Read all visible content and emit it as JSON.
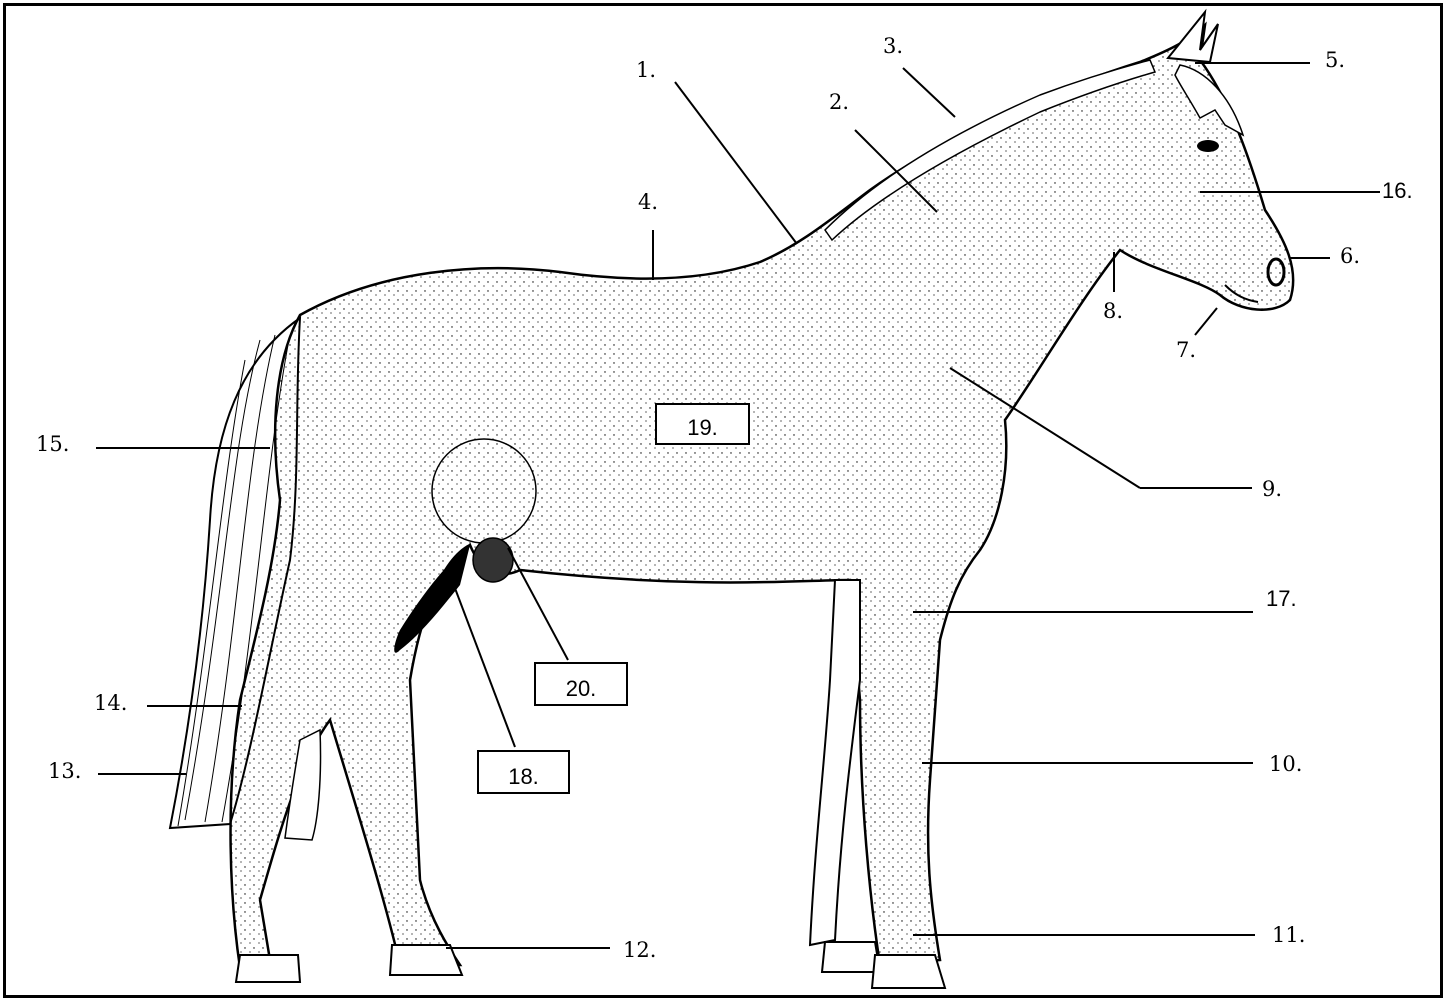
{
  "diagram": {
    "subject": "horse",
    "labels": {
      "l1": "1.",
      "l2": "2.",
      "l3": "3.",
      "l4": "4.",
      "l5": "5.",
      "l6": "6.",
      "l7": "7.",
      "l8": "8.",
      "l9": "9.",
      "l10": "10.",
      "l11": "11.",
      "l12": "12.",
      "l13": "13.",
      "l14": "14.",
      "l15": "15.",
      "l16": "16.",
      "l17": "17.",
      "l18": "18.",
      "l19": "19.",
      "l20": "20."
    },
    "colors": {
      "ink": "#000000",
      "background": "#ffffff"
    }
  }
}
